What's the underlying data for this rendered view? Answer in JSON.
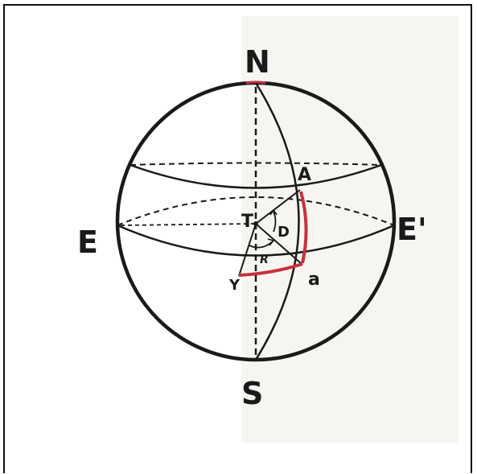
{
  "diagram": {
    "labels": {
      "north": "N",
      "south": "S",
      "east_left": "E",
      "east_right": "E'",
      "point_A": "A",
      "point_a": "a",
      "point_T": "T",
      "point_D": "D",
      "point_Y": "Y",
      "angle_R": "R"
    },
    "colors": {
      "ink": "#1a1a1a",
      "highlight": "#c8303c",
      "paper_tint": "#f4f3ef"
    }
  }
}
